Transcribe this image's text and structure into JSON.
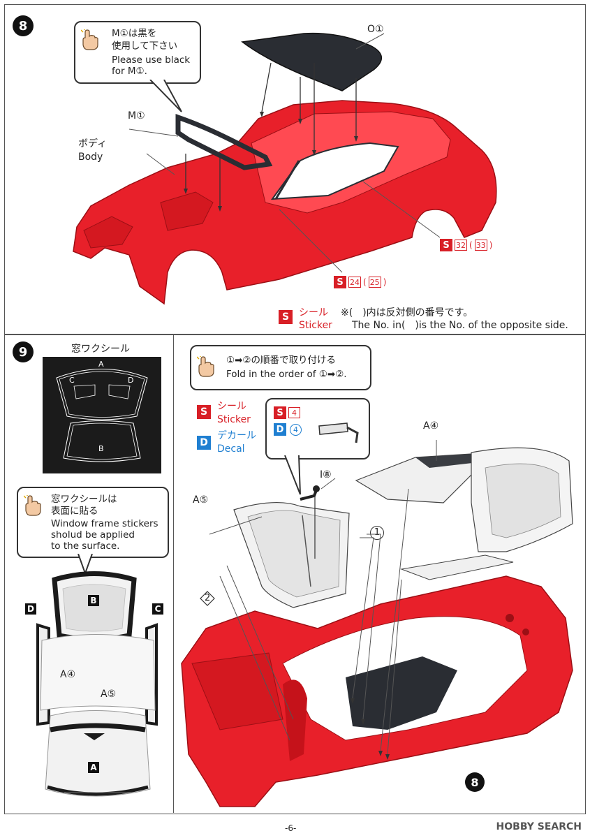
{
  "step8": {
    "number": "8",
    "callout": {
      "jp": "M①は黒を使用して下さい",
      "jp_line1": "M①は黒を",
      "jp_line2": "使用して下さい",
      "en_line1": "Please use black",
      "en_line2": "for M①."
    },
    "labels": {
      "part_o1": "O①",
      "part_m1": "M①",
      "body_jp": "ボディ",
      "body_en": "Body",
      "sticker_32": "32",
      "sticker_33": "33",
      "sticker_24": "24",
      "sticker_25": "25"
    },
    "legend": {
      "s_jp": "シール",
      "s_en": "Sticker",
      "note_jp": "※(　)内は反対側の番号です。",
      "note_en": "The No. in(　)is the No. of the opposite side."
    }
  },
  "step9": {
    "number": "9",
    "window_sticker_title": "窓ワクシール",
    "window_sticker_letters": [
      "A",
      "B",
      "C",
      "D"
    ],
    "callout_fold": {
      "jp": "①➡②の順番で取り付ける",
      "en": "Fold in the order of ①➡②."
    },
    "callout_surface": {
      "jp_line1": "窓ワクシールは",
      "jp_line2": "表面に貼る",
      "en_line1": "Window frame stickers",
      "en_line2": "sholud be applied",
      "en_line3": "to the surface."
    },
    "legend": {
      "s_jp": "シール",
      "s_en": "Sticker",
      "d_jp": "デカール",
      "d_en": "Decal"
    },
    "mirror_callout": {
      "s_num": "4",
      "d_num": "4"
    },
    "labels": {
      "a4": "A④",
      "a5": "A⑤",
      "i8": "I⑧",
      "fold1": "1",
      "fold2": "2",
      "glass_b": "B",
      "glass_c": "C",
      "glass_d": "D",
      "glass_a": "A",
      "glass_a4": "A④",
      "glass_a5": "A⑤",
      "step8_ref": "8"
    }
  },
  "footer": {
    "page": "-6-",
    "watermark": "HOBBY SEARCH"
  }
}
